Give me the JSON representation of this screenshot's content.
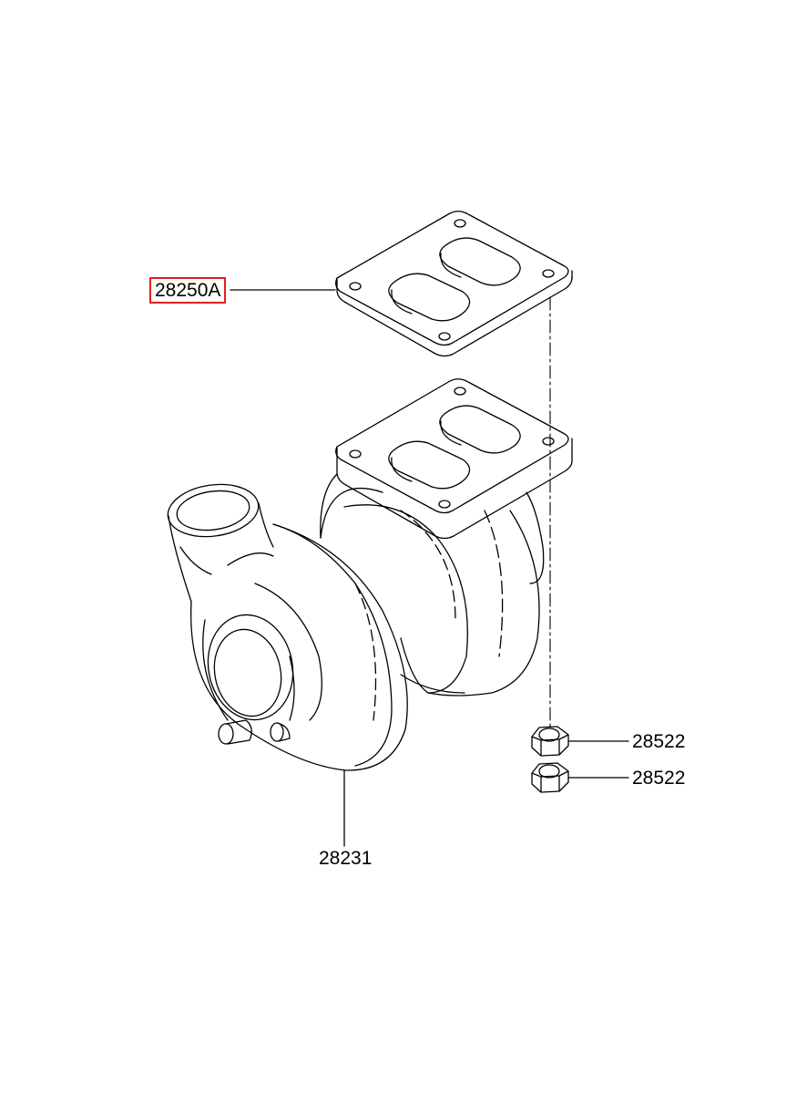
{
  "parts": {
    "gasket": {
      "label": "28250A",
      "highlighted": true,
      "highlight_color": "#e02020"
    },
    "turbocharger": {
      "label": "28231"
    },
    "nut_upper": {
      "label": "28522"
    },
    "nut_lower": {
      "label": "28522"
    }
  },
  "colors": {
    "line": "#000000",
    "background": "#ffffff"
  }
}
